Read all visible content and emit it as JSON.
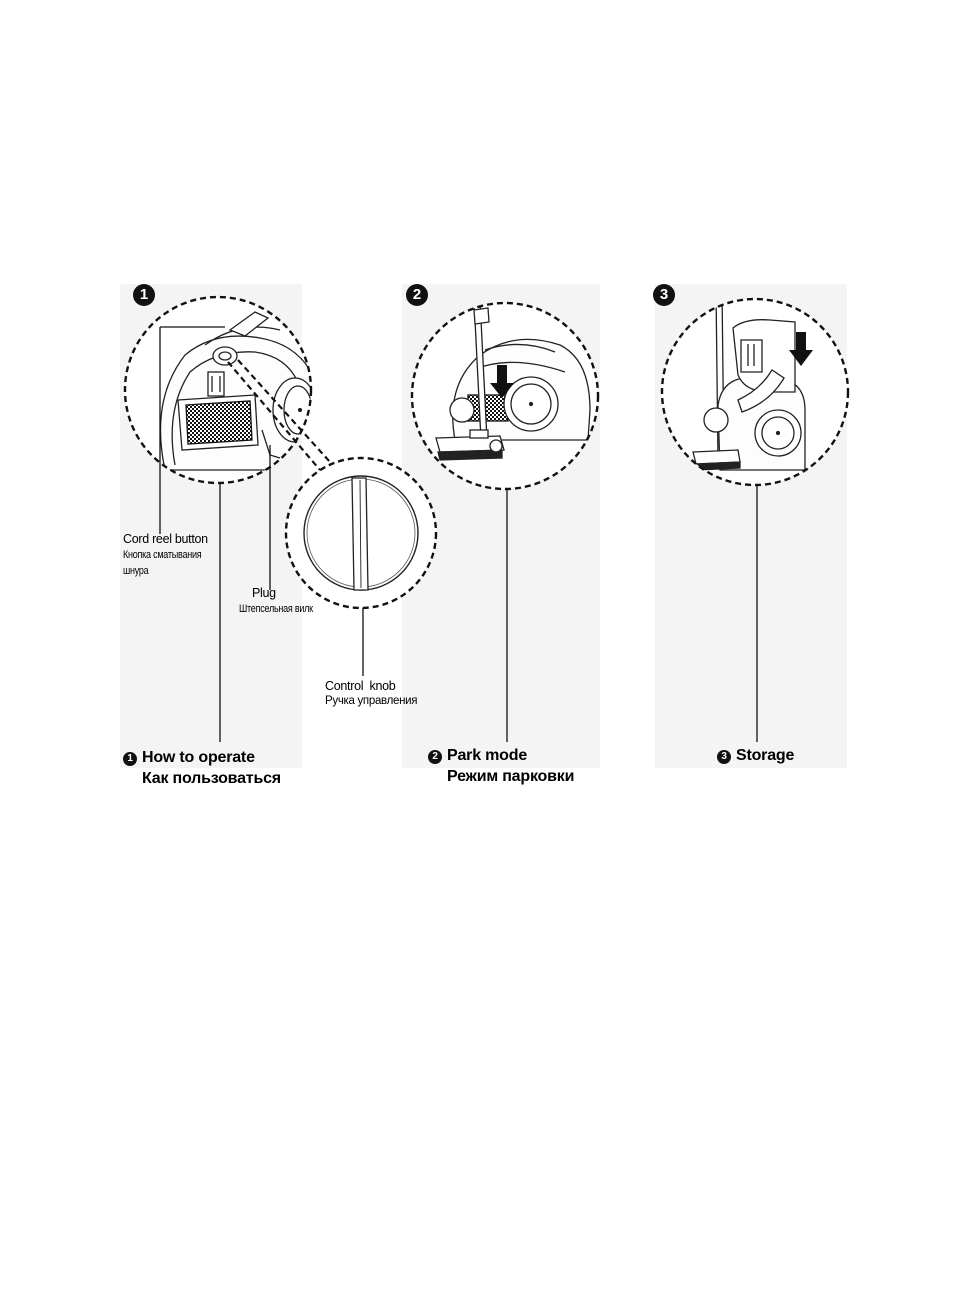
{
  "panels": [
    {
      "number": "1",
      "caption_en": "How to operate",
      "caption_ru": "Как пользоваться",
      "callouts": {
        "cord_reel_en": "Cord reel button",
        "cord_reel_ru_1": "Кнопка сматывания",
        "cord_reel_ru_2": "шнура",
        "plug_en": "Plug",
        "plug_ru": "Штепсельная вилк",
        "knob_en": "Control  knob",
        "knob_ru": "Ручка управления"
      }
    },
    {
      "number": "2",
      "caption_en": "Park mode",
      "caption_ru": "Режим парковки"
    },
    {
      "number": "3",
      "caption_en": "Storage"
    }
  ]
}
